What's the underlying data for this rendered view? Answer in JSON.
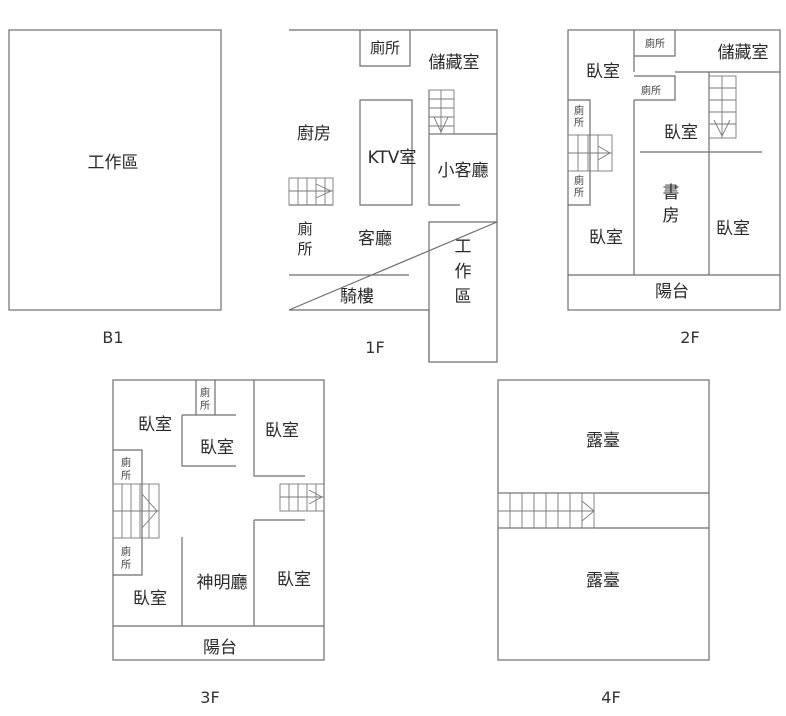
{
  "b1": {
    "label": "B1",
    "work_area": "工作區"
  },
  "f1": {
    "label": "1F",
    "toilet_top": "廁所",
    "storage": "儲藏室",
    "kitchen": "廚房",
    "ktv": "KTV室",
    "small_living": "小客廳",
    "toilet_left": [
      "廁",
      "所"
    ],
    "living": "客廳",
    "arcade": "騎樓",
    "work_area_vertical": [
      "工",
      "作",
      "區"
    ]
  },
  "f2": {
    "label": "2F",
    "toilet_top": "廁所",
    "storage": "儲藏室",
    "bedroom_top_left": "臥室",
    "toilet_mid": "廁所",
    "bedroom_mid": "臥室",
    "toilet_left_1": [
      "廁",
      "所"
    ],
    "toilet_left_2": [
      "廁",
      "所"
    ],
    "study": [
      "書",
      "房"
    ],
    "bedroom_bottom_left": "臥室",
    "bedroom_right": "臥室",
    "balcony": "陽台"
  },
  "f3": {
    "label": "3F",
    "toilet_top": [
      "廁",
      "所"
    ],
    "bedroom_top_left": "臥室",
    "bedroom_mid": "臥室",
    "bedroom_top_right": "臥室",
    "toilet_left_1": [
      "廁",
      "所"
    ],
    "toilet_left_2": [
      "廁",
      "所"
    ],
    "shrine": "神明廳",
    "bedroom_bottom_left": "臥室",
    "bedroom_bottom_right": "臥室",
    "balcony": "陽台"
  },
  "f4": {
    "label": "4F",
    "terrace_top": "露臺",
    "terrace_bottom": "露臺"
  }
}
